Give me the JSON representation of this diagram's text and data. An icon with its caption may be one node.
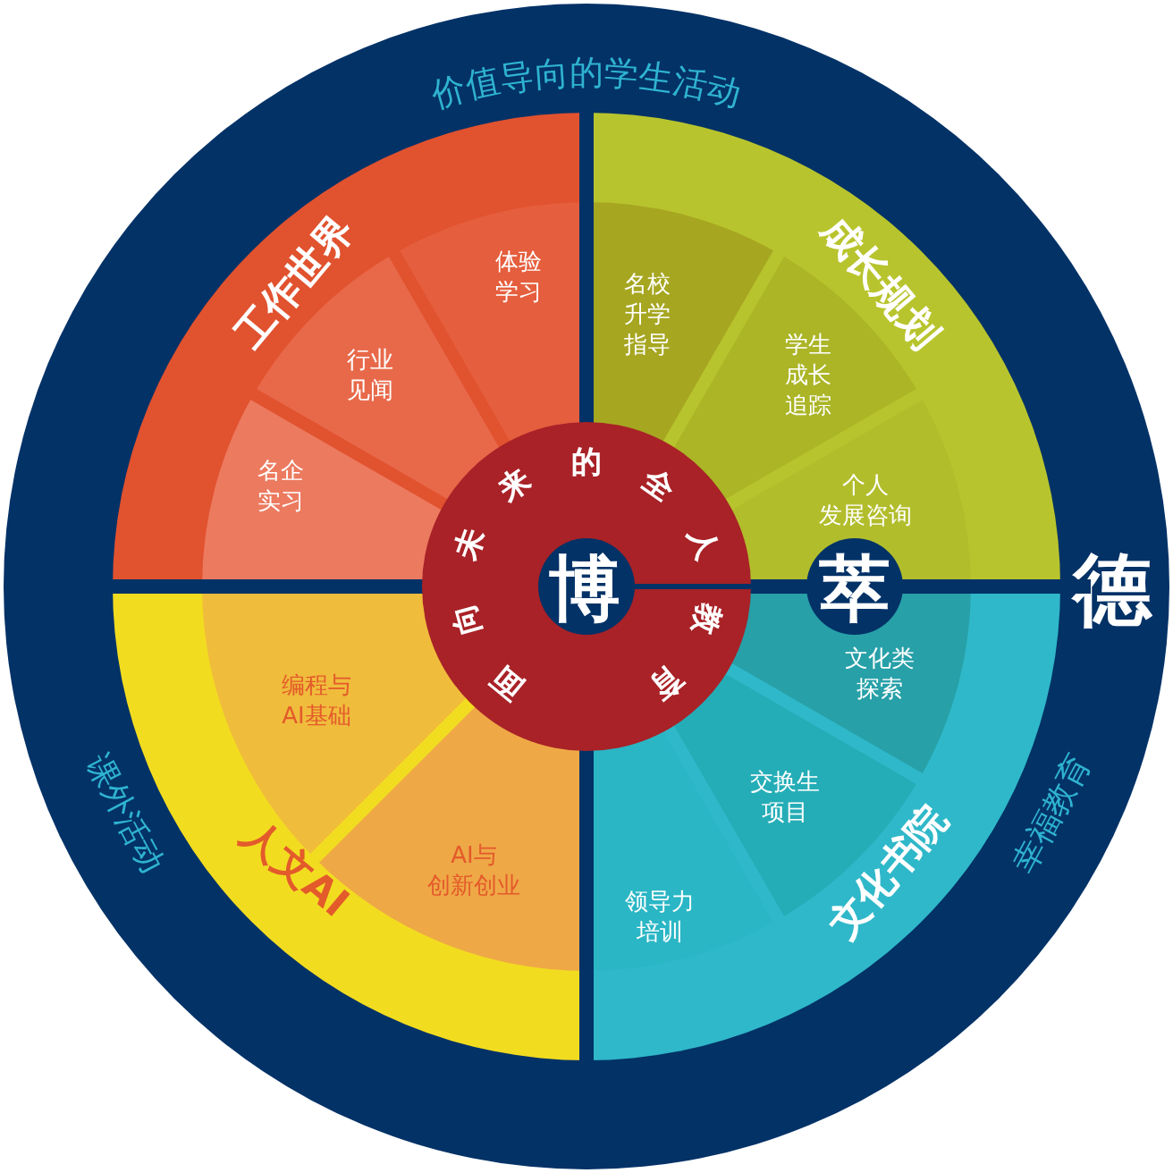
{
  "diagram": {
    "nodes": [
      {
        "text": [
          "价值导向的学生活动",
          "德",
          "课外活动",
          "幸福教育"
        ]
      },
      {
        "text": [
          "工作世界"
        ],
        "in": 0
      },
      {
        "text": [
          "体验学习"
        ],
        "in": 1
      },
      {
        "text": [
          "行业见闻"
        ],
        "in": 1
      },
      {
        "text": [
          "名企实习"
        ],
        "in": 1
      },
      {
        "text": [
          "成长规划"
        ],
        "in": 0
      },
      {
        "text": [
          "名校升学指导"
        ],
        "in": 5
      },
      {
        "text": [
          "学生成长追踪"
        ],
        "in": 5
      },
      {
        "text": [
          "个人发展咨询"
        ],
        "in": 5
      },
      {
        "text": [
          "人文AI"
        ],
        "in": 0
      },
      {
        "text": [
          "编程与AI基础"
        ],
        "in": 9
      },
      {
        "text": [
          "AI与创新创业"
        ],
        "in": 9
      },
      {
        "text": [
          "文化书院"
        ],
        "in": 0
      },
      {
        "text": [
          "文化类探索"
        ],
        "in": 12
      },
      {
        "text": [
          "交换生项目"
        ],
        "in": 12
      },
      {
        "text": [
          "领导力培训"
        ],
        "in": 12
      },
      {
        "text": [
          "面向未来的全人教育",
          "博"
        ],
        "in": 0
      },
      {
        "text": [
          "萃"
        ],
        "in": 0
      }
    ]
  }
}
